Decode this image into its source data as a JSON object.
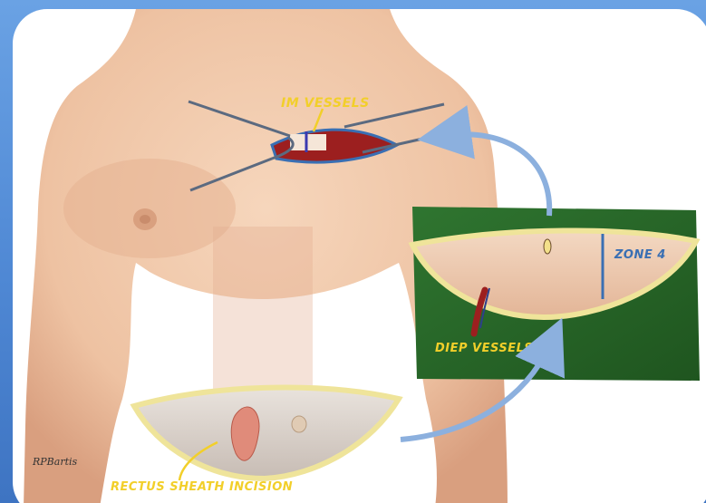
{
  "labels": {
    "im_vessels": "IM VESSELS",
    "zone_4": "ZONE 4",
    "diep_vessels": "DIEP VESSELS",
    "rectus_sheath_incision": "RECTUS SHEATH INCISION",
    "signature": "RPBartis"
  },
  "colors": {
    "background_blue": "#5b93dc",
    "panel_white": "#ffffff",
    "skin": "#f2c9a9",
    "skin_shadow": "#dba586",
    "drape_green": "#2a6a2a",
    "flap_border_yellow": "#efe49a",
    "vessel_red": "#9c1f1f",
    "arrow_blue": "#8cb0de",
    "label_yellow": "#f2cf2a",
    "zone_blue": "#3a6fb3"
  }
}
